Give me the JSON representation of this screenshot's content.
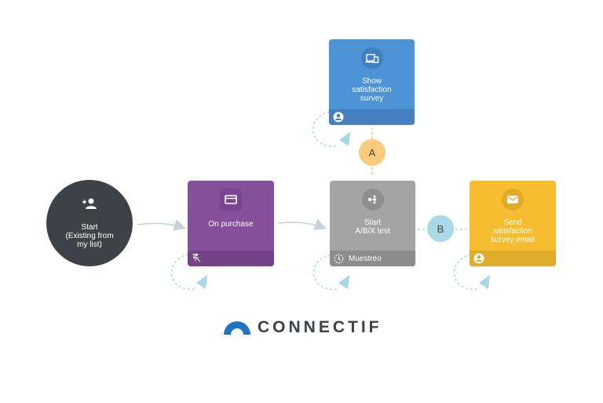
{
  "nodes": {
    "start": {
      "label": "Start\n(Existing from\nmy list)",
      "icon": "add-contact-icon"
    },
    "on_purchase": {
      "label": "On purchase",
      "icon": "credit-card-icon",
      "footer_icon": "flash-off-icon",
      "color": "#7f4a95"
    },
    "ab_test": {
      "label": "Start\nA/B/X test",
      "icon": "split-arrows-icon",
      "footer_icon": "clock-icon",
      "footer_text": "Muestreo",
      "color": "#a3a3a3"
    },
    "show_survey": {
      "label": "Show\nsatisfaction\nsurvey",
      "icon": "devices-icon",
      "footer_icon": "user-icon",
      "color": "#4b90d3"
    },
    "send_email": {
      "label": "Send\nsatisfaction\nsurvey email",
      "icon": "envelope-icon",
      "footer_icon": "user-icon",
      "color": "#f5bb2e"
    }
  },
  "branches": {
    "a": {
      "label": "A",
      "color": "#fbcb7a"
    },
    "b": {
      "label": "B",
      "color": "#a8d8e6"
    }
  },
  "logo": {
    "text": "CONNECTIF",
    "color": "#1f74bf"
  }
}
